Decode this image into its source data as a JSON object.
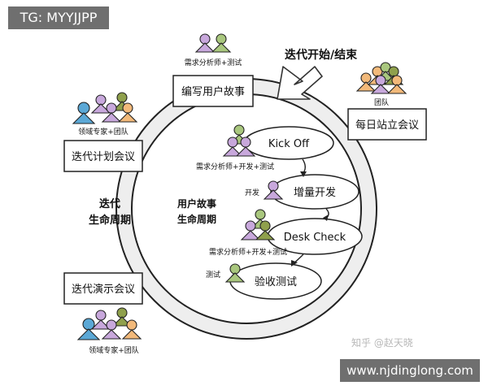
{
  "tag": "TG: MYYJJPP",
  "top_label": "迭代开始/结束",
  "boxes": {
    "write_stories": "编写用户故事",
    "daily_standup": "每日站立会议",
    "planning": "迭代计划会议",
    "demo": "迭代演示会议"
  },
  "people_labels": {
    "analyst_tester_top": "需求分析师+测试",
    "team_right": "团队",
    "domain_team_left": "领域专家+团队",
    "analyst_dev_tester_1": "需求分析师+开发+测试",
    "dev": "开发",
    "analyst_dev_tester_2": "需求分析师+开发+测试",
    "tester": "测试",
    "domain_team_bottom": "领域专家+团队"
  },
  "lifecycle": {
    "iteration": [
      "迭代",
      "生命周期"
    ],
    "story": [
      "用户故事",
      "生命周期"
    ]
  },
  "steps": [
    "Kick Off",
    "增量开发",
    "Desk Check",
    "验收测试"
  ],
  "watermark": "知乎 @赵天晓",
  "site": "www.njdinglong.com",
  "colors": {
    "green": "#a9c77e",
    "purple": "#c8a8dc",
    "blue": "#5ba8d6",
    "orange": "#f2b97a",
    "olive": "#8fa04c",
    "ring": "#eeeeee",
    "outline": "#222222"
  }
}
